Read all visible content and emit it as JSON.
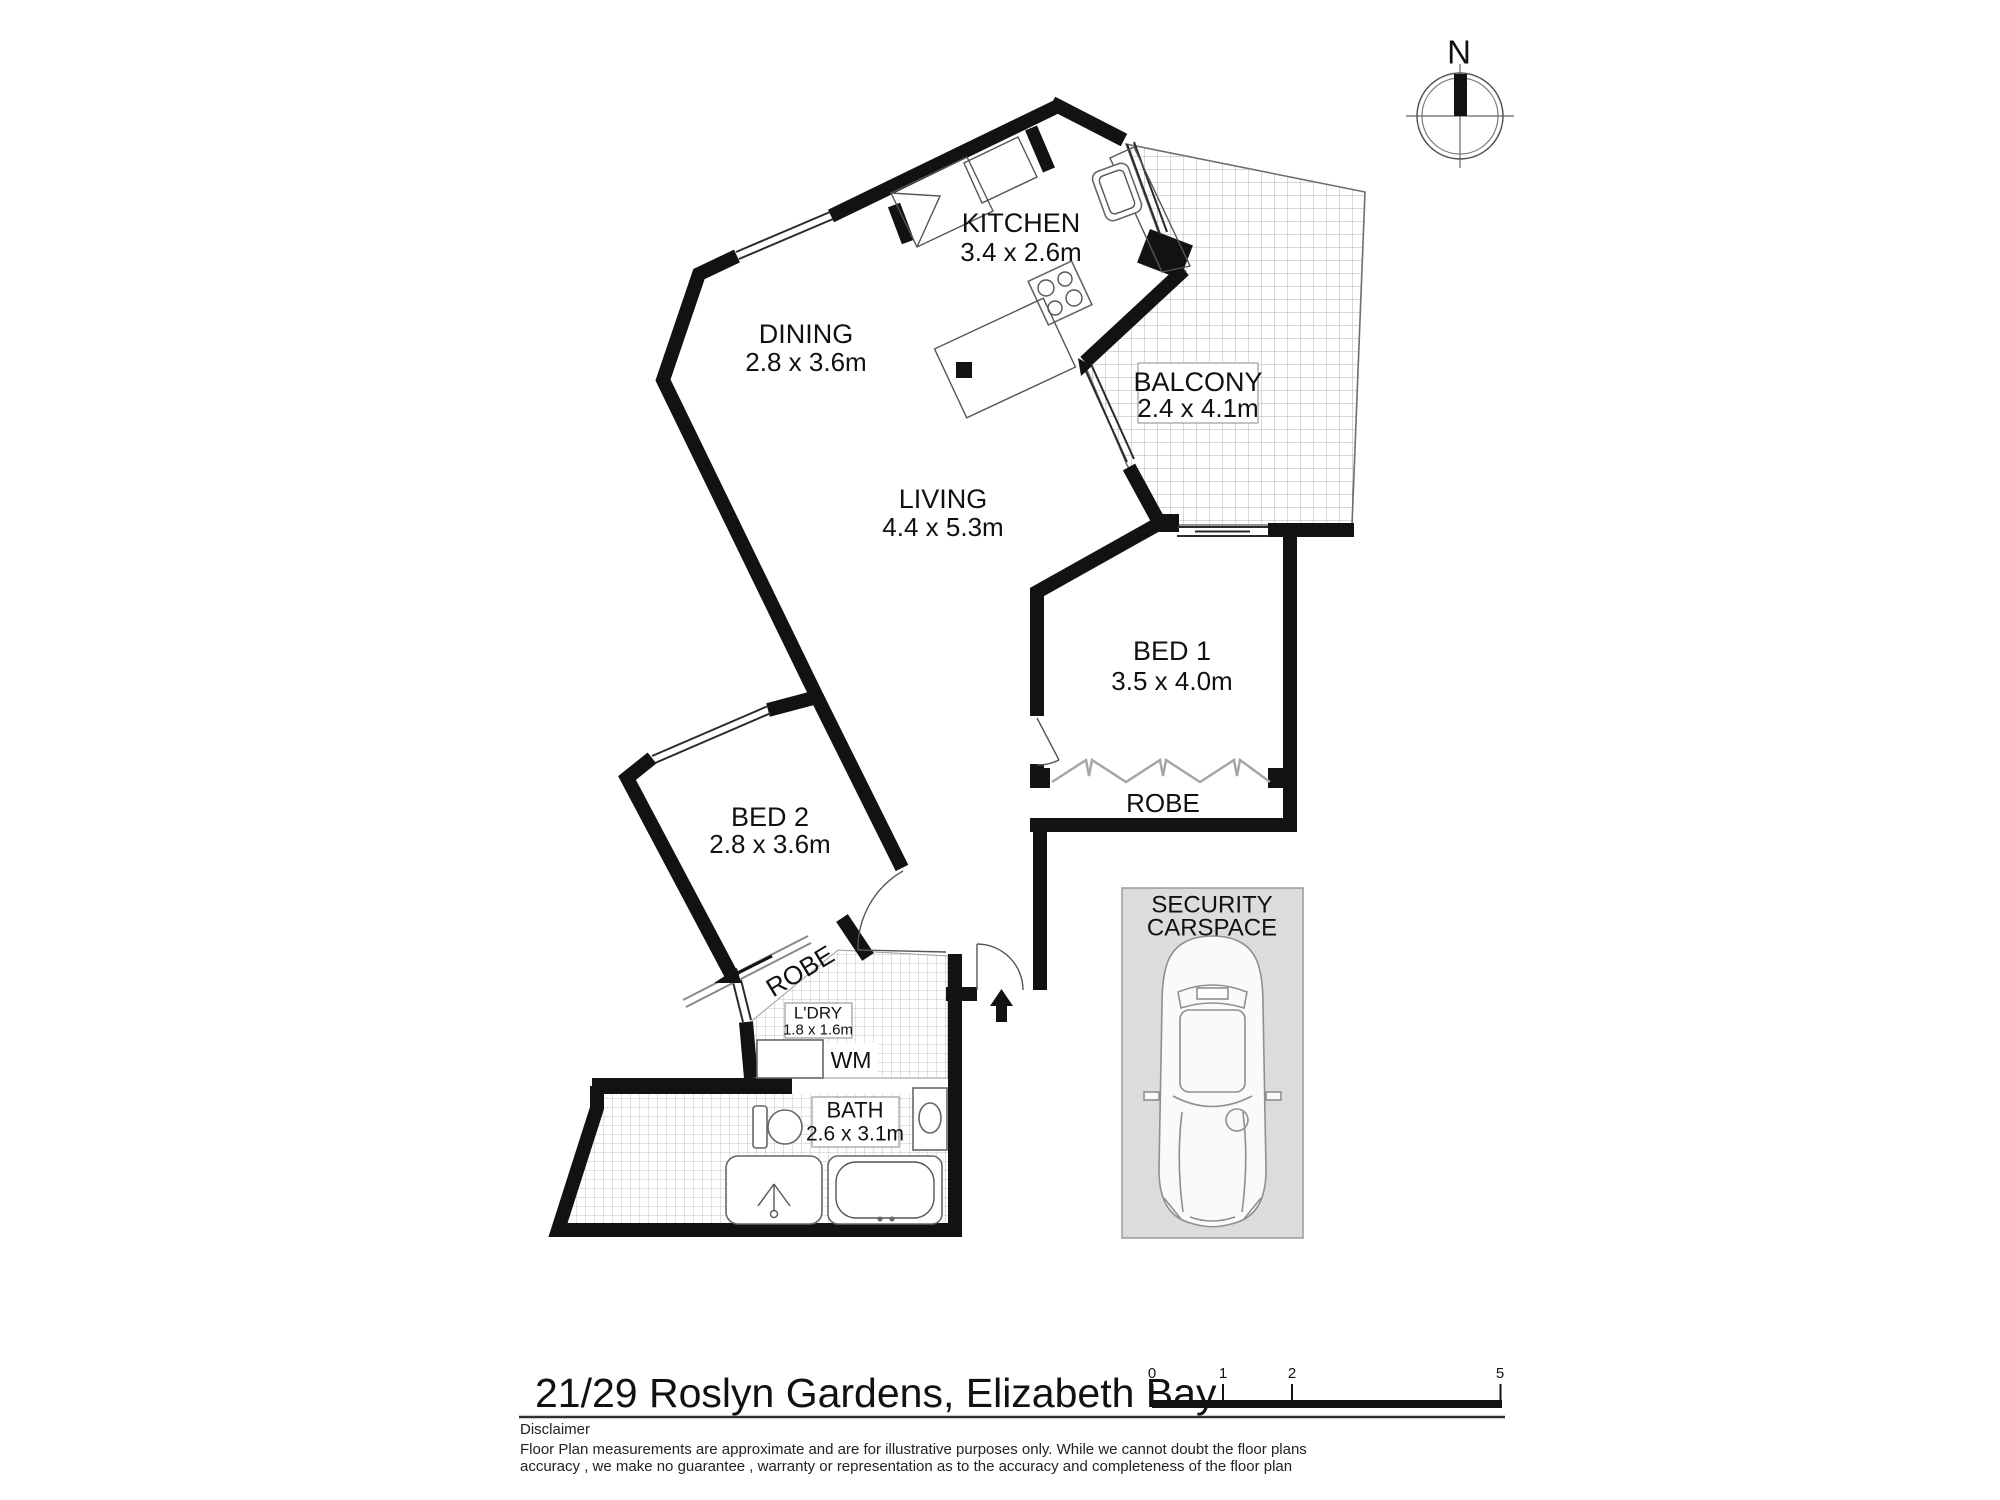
{
  "plan": {
    "north_label": "N",
    "rooms": {
      "kitchen": {
        "label": "KITCHEN",
        "dims": "3.4 x 2.6m"
      },
      "dining": {
        "label": "DINING",
        "dims": "2.8 x 3.6m"
      },
      "living": {
        "label": "LIVING",
        "dims": "4.4 x 5.3m"
      },
      "balcony": {
        "label": "BALCONY",
        "dims": "2.4 x 4.1m"
      },
      "bed1": {
        "label": "BED 1",
        "dims": "3.5 x 4.0m"
      },
      "bed2": {
        "label": "BED 2",
        "dims": "2.8 x 3.6m"
      },
      "bath": {
        "label": "BATH",
        "dims": "2.6 x 3.1m"
      },
      "laundry": {
        "label": "L'DRY",
        "dims": "1.8 x 1.6m"
      },
      "robe_bed1": {
        "label": "ROBE"
      },
      "robe_bed2": {
        "label": "ROBE"
      },
      "washing_machine": {
        "label": "WM"
      },
      "carspace": {
        "line1": "SECURITY",
        "line2": "CARSPACE"
      }
    }
  },
  "footer": {
    "title": "21/29 Roslyn Gardens, Elizabeth Bay",
    "scale_bar": {
      "ticks": [
        "0",
        "1",
        "2",
        "5"
      ]
    }
  },
  "disclaimer": {
    "heading": "Disclaimer",
    "line1": "Floor Plan measurements are approximate and are for illustrative purposes only. While we cannot doubt the floor plans",
    "line2": "accuracy , we make no guarantee , warranty or representation as to the accuracy and completeness of the floor plan"
  }
}
